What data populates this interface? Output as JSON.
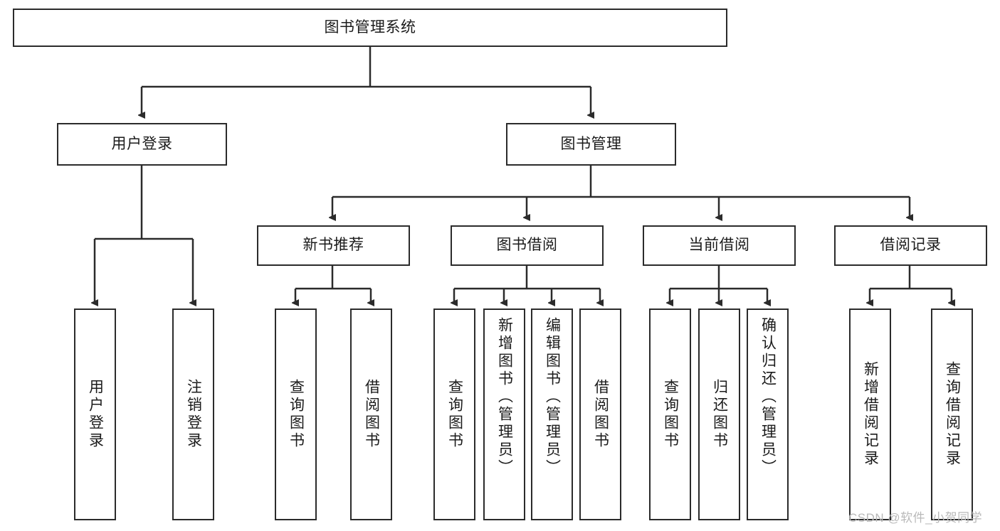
{
  "diagram": {
    "type": "tree",
    "title": "图书管理系统",
    "root": {
      "label": "图书管理系统"
    },
    "level2": [
      {
        "label": "用户登录"
      },
      {
        "label": "图书管理"
      }
    ],
    "level3": [
      {
        "label": "新书推荐"
      },
      {
        "label": "图书借阅"
      },
      {
        "label": "当前借阅"
      },
      {
        "label": "借阅记录"
      }
    ],
    "leaves": {
      "user_login": [
        {
          "label": "用户登录"
        },
        {
          "label": "注销登录"
        }
      ],
      "new_book_recommend": [
        {
          "label": "查询图书"
        },
        {
          "label": "借阅图书"
        }
      ],
      "book_borrow": [
        {
          "label": "查询图书"
        },
        {
          "label": "新增图书（管理员）"
        },
        {
          "label": "编辑图书（管理员）"
        },
        {
          "label": "借阅图书"
        }
      ],
      "current_borrow": [
        {
          "label": "查询图书"
        },
        {
          "label": "归还图书"
        },
        {
          "label": "确认归还（管理员）"
        }
      ],
      "borrow_record": [
        {
          "label": "新增借阅记录"
        },
        {
          "label": "查询借阅记录"
        }
      ]
    }
  },
  "watermark": {
    "text": "CSDN @软件_小贺同学"
  },
  "colors": {
    "stroke": "#2b2b2b",
    "fill": "#ffffff",
    "text": "#1b1b1b",
    "watermark": "#b9b9b9"
  }
}
